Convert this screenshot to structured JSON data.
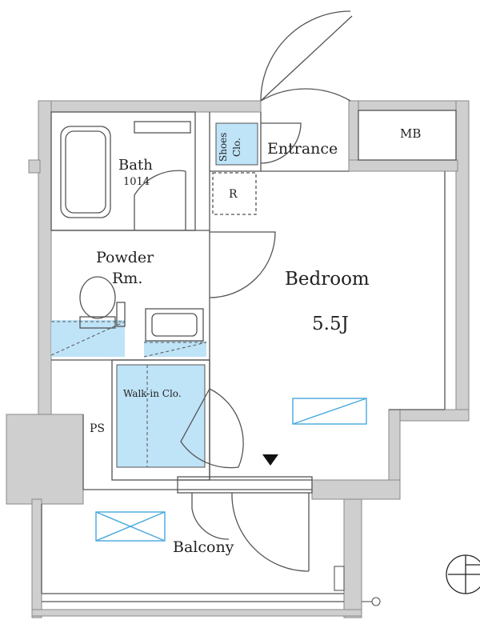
{
  "rooms": {
    "entrance": "Entrance",
    "mb": "MB",
    "shoes_line1": "Shoes",
    "shoes_line2": "Clo.",
    "bath": "Bath",
    "bath_size": "1014",
    "r": "R",
    "powder_line1": "Powder",
    "powder_line2": "Rm.",
    "bedroom": "Bedroom",
    "bedroom_size": "5.5J",
    "walkin": "Walk-in Clo.",
    "ps": "PS",
    "balcony": "Balcony"
  },
  "colors": {
    "wall": "#cfcfcf",
    "wall_stroke": "#8a8a8a",
    "line": "#555555",
    "storage": "#bfe3f7",
    "storage_line": "#47a9de"
  }
}
